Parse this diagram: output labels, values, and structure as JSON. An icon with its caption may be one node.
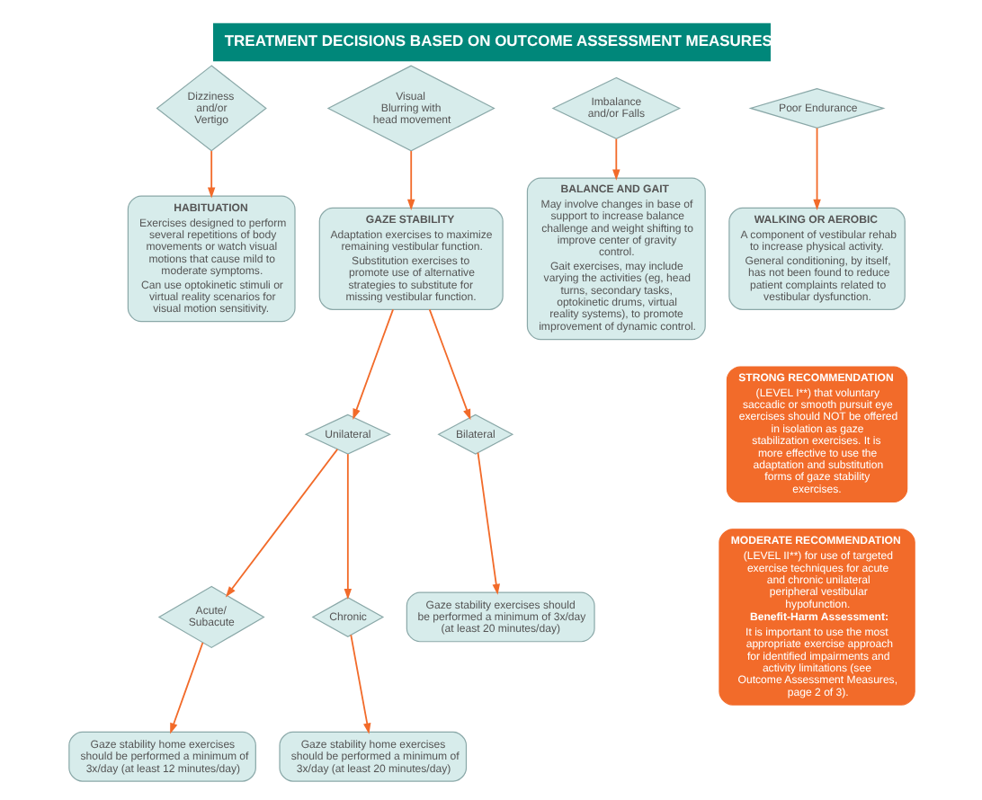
{
  "diagram": {
    "title": "TREATMENT DECISIONS BASED ON OUTCOME ASSESSMENT MEASURES",
    "nodes": [
      {
        "text": [
          "Dizziness and/or Vertigo"
        ]
      },
      {
        "text": [
          "Visual Blurring with head movement"
        ]
      },
      {
        "text": [
          "Imbalance and/or Falls"
        ]
      },
      {
        "text": [
          "Poor Endurance"
        ]
      },
      {
        "text": [
          "HABITUATION",
          "Exercises designed to perform several repetitions of body movements or watch visual motions that cause mild to moderate symptoms.",
          "Can use optokinetic stimuli or virtual reality scenarios for visual motion sensitivity."
        ]
      },
      {
        "text": [
          "GAZE STABILITY",
          "Adaptation exercises to maximize remaining vestibular function.",
          "Substitution exercises to promote use of alternative strategies to substitute for missing vestibular function."
        ]
      },
      {
        "text": [
          "BALANCE AND GAIT",
          "May involve changes in base of support to increase balance challenge and weight shifting to improve center of gravity control.",
          "Gait exercises, may include varying the activities (eg, head turns, secondary tasks, optokinetic drums, virtual reality systems), to promote improvement of dynamic control."
        ]
      },
      {
        "text": [
          "WALKING OR AEROBIC",
          "A component of vestibular rehab to increase physical activity.",
          "General conditioning, by itself, has not been found to reduce patient complaints related to vestibular dysfunction."
        ]
      },
      {
        "text": [
          "Unilateral"
        ]
      },
      {
        "text": [
          "Bilateral"
        ]
      },
      {
        "text": [
          "Gaze stability exercises should be performed a minimum of 3x/day (at least 20 minutes/day)"
        ]
      },
      {
        "text": [
          "Acute/ Subacute"
        ]
      },
      {
        "text": [
          "Chronic"
        ]
      },
      {
        "text": [
          "Gaze stability home exercises should be performed a minimum of 3x/day (at least 12 minutes/day)"
        ]
      },
      {
        "text": [
          "Gaze stability home exercises should be performed a minimum of 3x/day (at least 20 minutes/day)"
        ]
      },
      {
        "text": [
          "STRONG RECOMMENDATION",
          "(LEVEL I**) that voluntary saccadic or smooth pursuit eye exercises should NOT be offered in isolation as gaze stabilization exercises. It is more effective to use the adaptation and substitution forms of gaze stability exercises."
        ]
      },
      {
        "text": [
          "MODERATE RECOMMENDATION",
          "(LEVEL II**) for use of targeted exercise techniques for acute and chronic unilateral peripheral vestibular hypofunction.",
          "Benefit-Harm Assessment:",
          "It is important to use the most appropriate exercise approach for identified impairments and activity limitations (see Outcome Assessment Measures, page 2 of 3)."
        ]
      }
    ],
    "edges": [
      {
        "from": 0,
        "to": 4,
        "arrow": "to"
      },
      {
        "from": 1,
        "to": 5,
        "arrow": "to"
      },
      {
        "from": 2,
        "to": 6,
        "arrow": "to"
      },
      {
        "from": 3,
        "to": 7,
        "arrow": "to"
      },
      {
        "from": 5,
        "to": 8,
        "arrow": "to"
      },
      {
        "from": 5,
        "to": 9,
        "arrow": "to"
      },
      {
        "from": 9,
        "to": 10,
        "arrow": "to"
      },
      {
        "from": 8,
        "to": 11,
        "arrow": "to"
      },
      {
        "from": 8,
        "to": 12,
        "arrow": "to"
      },
      {
        "from": 11,
        "to": 13,
        "arrow": "to"
      },
      {
        "from": 12,
        "to": 14,
        "arrow": "to"
      }
    ]
  }
}
